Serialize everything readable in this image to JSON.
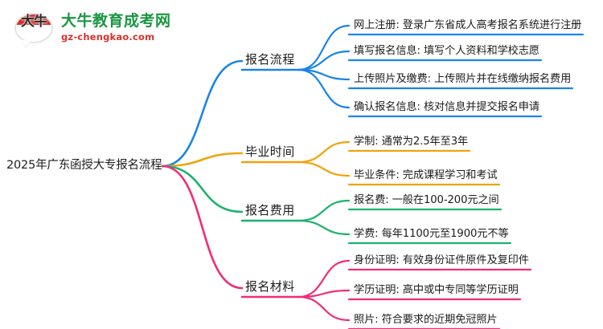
{
  "logo": {
    "mark_text": "大牛",
    "name": "大牛教育成考网",
    "url": "gz-chengkao.com",
    "brand_green": "#1a9641",
    "brand_red": "#d7322b"
  },
  "mindmap": {
    "root": {
      "label": "2025年广东函授大专报名流程"
    },
    "branches": [
      {
        "label": "报名流程",
        "color": "#1a84e8",
        "children": [
          {
            "label": "网上注册: 登录广东省成人高考报名系统进行注册"
          },
          {
            "label": "填写报名信息: 填写个人资料和学校志愿"
          },
          {
            "label": "上传照片及缴费: 上传照片并在线缴纳报名费用"
          },
          {
            "label": "确认报名信息: 核对信息并提交报名申请"
          }
        ]
      },
      {
        "label": "毕业时间",
        "color": "#f0a30a",
        "children": [
          {
            "label": "学制: 通常为2.5年至3年"
          },
          {
            "label": "毕业条件: 完成课程学习和考试"
          }
        ]
      },
      {
        "label": "报名费用",
        "color": "#1bb36b",
        "children": [
          {
            "label": "报名费: 一般在100-200元之间"
          },
          {
            "label": "学费: 每年1100元至1900元不等"
          }
        ]
      },
      {
        "label": "报名材料",
        "color": "#ef2d7a",
        "children": [
          {
            "label": "身份证明: 有效身份证件原件及复印件"
          },
          {
            "label": "学历证明: 高中或中专同等学历证明"
          },
          {
            "label": "照片: 符合要求的近期免冠照片"
          }
        ]
      }
    ]
  }
}
